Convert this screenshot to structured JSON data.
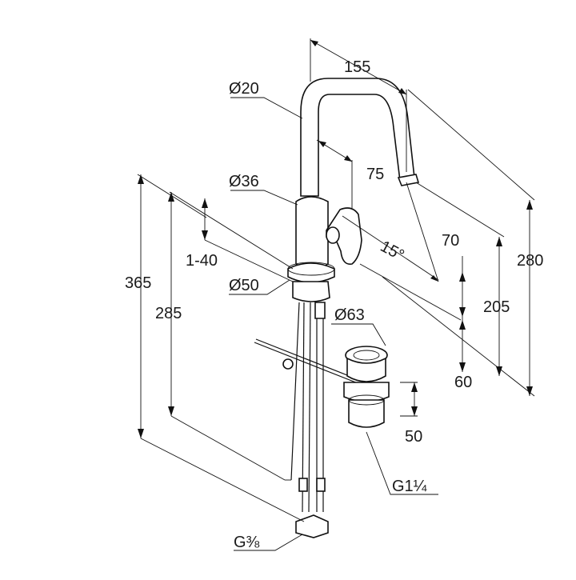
{
  "dimensions": {
    "spout_reach": "155",
    "spout_diameter": "Ø20",
    "lever_offset": "75",
    "body_diameter": "Ø36",
    "lever_angle": "15°",
    "clearance_70": "70",
    "total_height": "280",
    "outlet_height": "205",
    "deck_thickness": "1-40",
    "base_diameter": "Ø50",
    "overall_365": "365",
    "hose_285": "285",
    "waste_diameter": "Ø63",
    "waste_60": "60",
    "waste_50": "50",
    "waste_thread": "G1¼",
    "hose_thread": "G⅜"
  }
}
